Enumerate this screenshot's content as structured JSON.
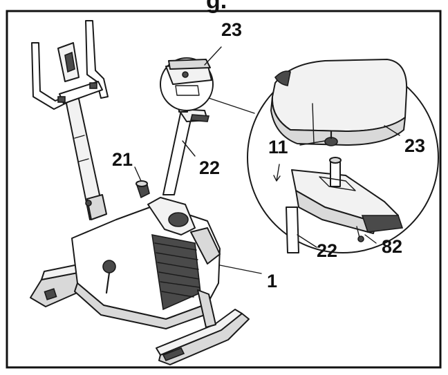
{
  "header": {
    "title_fragment": "g."
  },
  "diagram": {
    "labels": {
      "seat_top": "23",
      "saddle_zoom": "23",
      "knob": "21",
      "seat_post": "22",
      "nut": "11",
      "seat_post_zoom": "22",
      "screw": "82",
      "main_frame": "1"
    }
  }
}
